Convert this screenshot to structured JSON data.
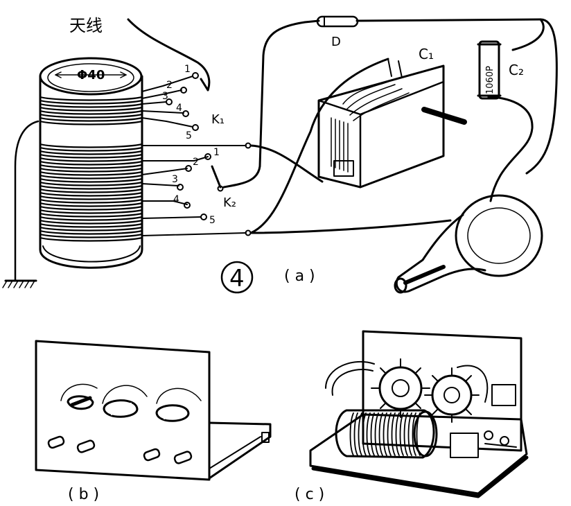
{
  "labels": {
    "antenna": "天线",
    "diameter": "Φ40",
    "d": "D",
    "c1": "C₁",
    "c2": "C₂",
    "capacitor_value": "1060P",
    "k1": "K₁",
    "k2": "K₂",
    "figure_number": "4",
    "caption_a": "( a )",
    "caption_b": "( b )",
    "caption_c": "( c )"
  },
  "k1_taps": [
    "1",
    "2",
    "3",
    "4",
    "5"
  ],
  "k2_taps": [
    "1",
    "2",
    "3",
    "4",
    "5"
  ],
  "colors": {
    "ink": "#000000",
    "paper": "#ffffff"
  }
}
